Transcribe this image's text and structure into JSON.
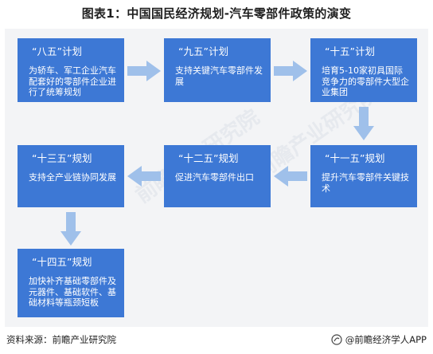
{
  "title": "图表1：中国国民经济规划-汽车零部件政策的演变",
  "nodes": [
    {
      "id": "b1",
      "head": "“八五”计划",
      "body": "为轿车、军工企业汽车配套好的零部件企业进行了统筹规划"
    },
    {
      "id": "b2",
      "head": "“九五”计划",
      "body": "支持关键汽车零部件发展"
    },
    {
      "id": "b3",
      "head": "“十五”计划",
      "body": "培育5-10家初具国际竞争力的零部件大型企业集团"
    },
    {
      "id": "b4",
      "head": "“十一五”规划",
      "body": "提升汽车零部件关键技术"
    },
    {
      "id": "b5",
      "head": "“十二五”规划",
      "body": "促进汽车零部件出口"
    },
    {
      "id": "b6",
      "head": "“十三五”规划",
      "body": "支持全产业链协同发展"
    },
    {
      "id": "b7",
      "head": "“十四五”规划",
      "body": "加快补齐基础零部件及元器件、基础软件、基础材料等瓶颈短板"
    }
  ],
  "footer": {
    "source": "资料来源：前瞻产业研究院",
    "brand": "@前瞻经济学人APP"
  },
  "colors": {
    "box": "#3d78d5",
    "arrow": "#9fc0ea",
    "panel": "#f3f4f6"
  }
}
